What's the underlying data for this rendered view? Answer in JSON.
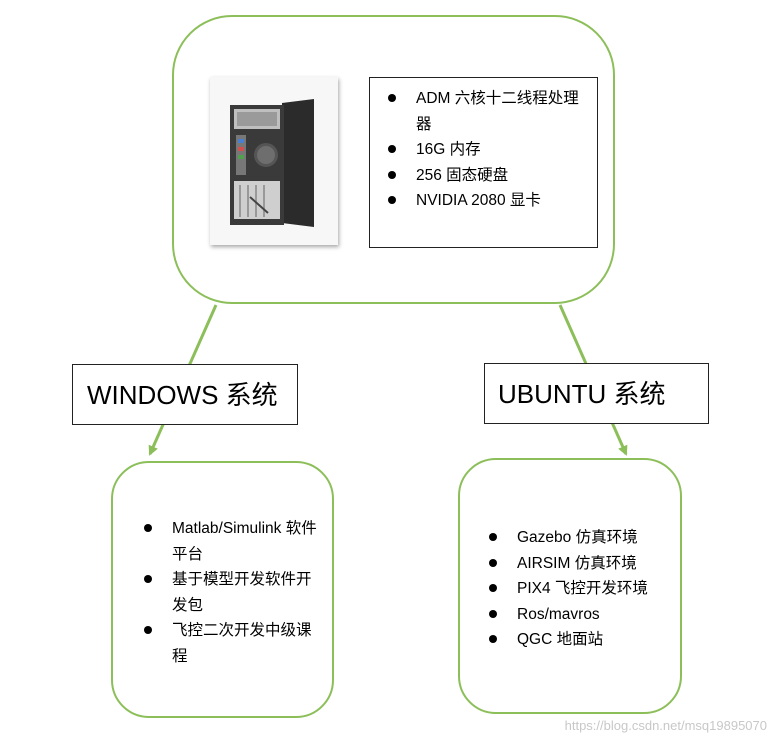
{
  "computer": {
    "specs": [
      "ADM 六核十二线程处理器",
      "16G 内存",
      "256 固态硬盘",
      "NVIDIA 2080 显卡"
    ]
  },
  "windows": {
    "label": "WINDOWS 系统",
    "items": [
      "Matlab/Simulink 软件平台",
      "基于模型开发软件开发包",
      "飞控二次开发中级课程"
    ]
  },
  "ubuntu": {
    "label": "UBUNTU 系统",
    "items": [
      "Gazebo 仿真环境",
      "AIRSIM 仿真环境",
      "PIX4 飞控开发环境",
      "Ros/mavros",
      "QGC 地面站"
    ]
  },
  "watermark": "https://blog.csdn.net/msq19895070",
  "colors": {
    "box_border": "#8cbf5a",
    "arrow": "#8cbf5a"
  }
}
